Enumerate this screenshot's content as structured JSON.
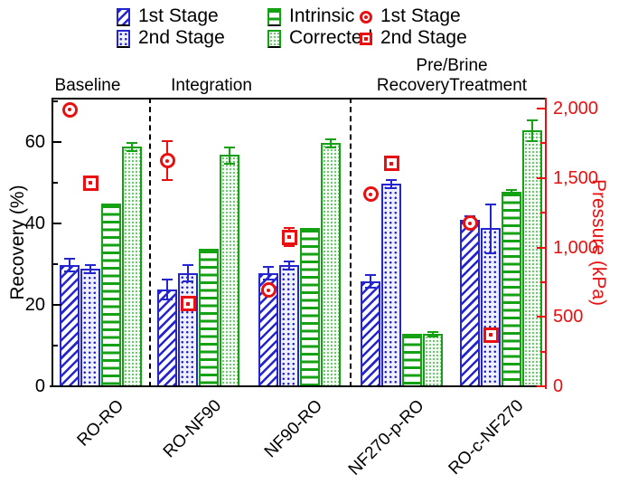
{
  "legend": {
    "items": [
      {
        "label": "1st Stage",
        "swatch": "blue-diagonal"
      },
      {
        "label": "2nd Stage",
        "swatch": "blue-dots"
      },
      {
        "label": "Intrinsic",
        "swatch": "green-hlines"
      },
      {
        "label": "Corrected",
        "swatch": "green-dots"
      },
      {
        "label": "1st Stage",
        "swatch": "red-circle"
      },
      {
        "label": "2nd Stage",
        "swatch": "red-square"
      }
    ]
  },
  "header": {
    "sections": [
      {
        "lines": [
          "Baseline"
        ]
      },
      {
        "lines": [
          "Integration"
        ]
      },
      {
        "lines": [
          "Pre/Brine",
          "RecoveryTreatment"
        ]
      }
    ]
  },
  "chart_data": {
    "type": "bar",
    "categories": [
      "RO-RO",
      "RO-NF90",
      "NF90-RO",
      "NF270-p-RO",
      "RO-c-NF270"
    ],
    "left_axis": {
      "label": "Recovery (%)",
      "ticks": [
        0,
        20,
        40,
        60
      ],
      "minor_ticks": [
        10,
        30,
        50,
        70
      ],
      "range": [
        0,
        71
      ]
    },
    "right_axis": {
      "label": "Pressure (kPa)",
      "ticks": [
        0,
        500,
        1000,
        1500,
        2000
      ],
      "tick_labels": [
        "0",
        "500",
        "1,000",
        "1,500",
        "2,000"
      ],
      "minor_ticks": [
        250,
        750,
        1250,
        1750
      ],
      "range": [
        0,
        2085
      ]
    },
    "series": [
      {
        "name": "1st Stage",
        "axis": "left",
        "style": "blue-diagonal",
        "values": [
          30,
          24,
          28,
          26,
          41
        ],
        "errors": [
          1.5,
          2.5,
          1.5,
          1.5,
          1
        ]
      },
      {
        "name": "2nd Stage",
        "axis": "left",
        "style": "blue-dots",
        "values": [
          29,
          28,
          30,
          50,
          39
        ],
        "errors": [
          1,
          2,
          1,
          1,
          6
        ]
      },
      {
        "name": "Intrinsic",
        "axis": "left",
        "style": "green-hlines",
        "values": [
          45,
          34,
          39,
          13,
          48
        ],
        "errors": [
          0,
          0,
          0,
          0,
          0.5
        ]
      },
      {
        "name": "Corrected",
        "axis": "left",
        "style": "green-dots",
        "values": [
          59,
          57,
          60,
          13,
          63
        ],
        "errors": [
          1,
          2,
          1,
          0.5,
          2.5
        ]
      },
      {
        "name": "1st Stage (pressure)",
        "axis": "right",
        "style": "red-circle",
        "values": [
          2000,
          1630,
          700,
          1390,
          1180
        ],
        "errors": [
          0,
          140,
          0,
          0,
          0
        ]
      },
      {
        "name": "2nd Stage (pressure)",
        "axis": "right",
        "style": "red-square",
        "values": [
          1470,
          600,
          1080,
          1610,
          375
        ],
        "errors": [
          0,
          0,
          65,
          0,
          0
        ]
      }
    ],
    "section_labels": [
      {
        "text": "Baseline",
        "groups": [
          0
        ]
      },
      {
        "text": "Integration",
        "groups": [
          1,
          2
        ]
      },
      {
        "text": "Pre/Brine RecoveryTreatment",
        "groups": [
          3,
          4
        ]
      }
    ],
    "legend_position": "top",
    "grid": false,
    "colors": {
      "blue": "#2525cf",
      "green": "#14a214",
      "red": "#e81010",
      "black": "#000000"
    }
  }
}
